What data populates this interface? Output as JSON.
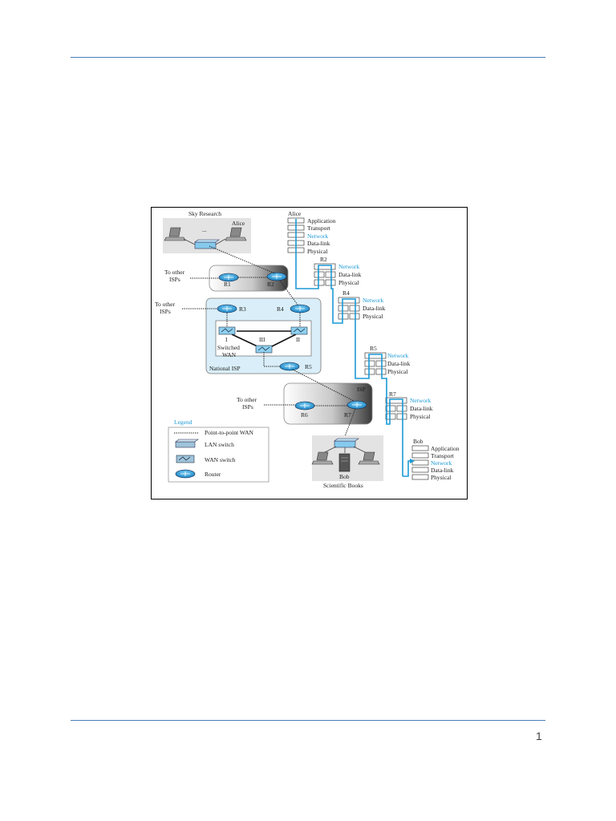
{
  "page_number": "1",
  "figure": {
    "sky_research": "Sky Research",
    "alice_lan": "Alice",
    "ellipsis": "...",
    "to_other_isps": "To other",
    "isps": "ISPs",
    "r1": "R1",
    "r2": "R2",
    "r3": "R3",
    "r4": "R4",
    "r5": "R5",
    "r6": "R6",
    "r7": "R7",
    "national_isp": "National ISP",
    "isp": "ISP",
    "switch_i": "I",
    "switch_ii": "II",
    "switch_iii": "III",
    "switched": "Switched",
    "wan": "WAN",
    "bob_host": "Bob",
    "scientific_books": "Scientific Books",
    "legend_title": "Legend",
    "legend_p2p": "Point-to-point WAN",
    "legend_lan_switch": "LAN switch",
    "legend_wan_switch": "WAN switch",
    "legend_router": "Router",
    "alice_stack_title": "Alice",
    "bob_stack_title": "Bob",
    "layers": {
      "application": "Application",
      "transport": "Transport",
      "network": "Network",
      "datalink": "Data-link",
      "physical": "Physical"
    },
    "colors": {
      "accent_blue": "#1b9ad6",
      "lan_box": "#e3e3e3",
      "national_isp_bg": "#d9eef8"
    }
  }
}
